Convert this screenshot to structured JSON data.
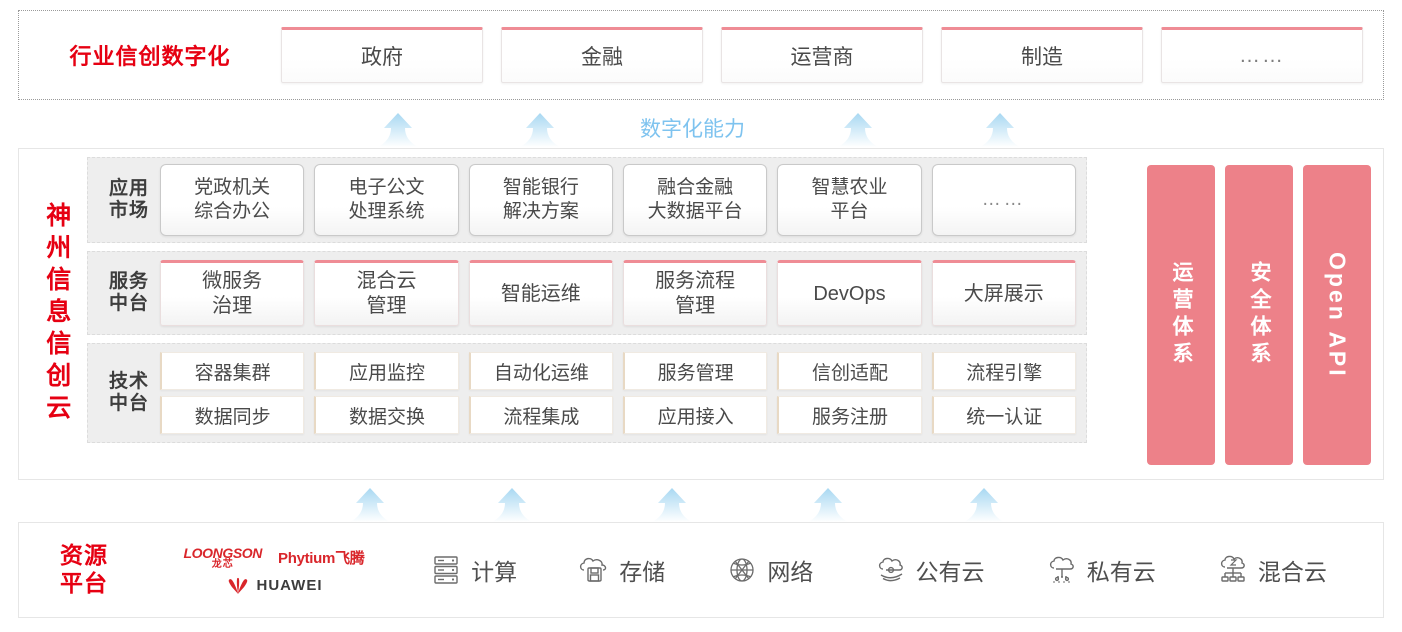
{
  "industry": {
    "title": "行业信创数字化",
    "cards": [
      "政府",
      "金融",
      "运营商",
      "制造",
      "……"
    ]
  },
  "capability": {
    "label": "数字化能力"
  },
  "cloud": {
    "title": "神州信息信创云",
    "layers": [
      {
        "label": "应用\n市场",
        "label_line1": "应用",
        "label_line2": "市场",
        "cards": [
          "党政机关\n综合办公",
          "电子公文\n处理系统",
          "智能银行\n解决方案",
          "融合金融\n大数据平台",
          "智慧农业\n平台",
          "……"
        ]
      },
      {
        "label_line1": "服务",
        "label_line2": "中台",
        "cards": [
          "微服务\n治理",
          "混合云\n管理",
          "智能运维",
          "服务流程\n管理",
          "DevOps",
          "大屏展示"
        ]
      },
      {
        "label_line1": "技术",
        "label_line2": "中台",
        "row1": [
          "容器集群",
          "应用监控",
          "自动化运维",
          "服务管理",
          "信创适配",
          "流程引擎"
        ],
        "row2": [
          "数据同步",
          "数据交换",
          "流程集成",
          "应用接入",
          "服务注册",
          "统一认证"
        ]
      }
    ],
    "pillars": [
      {
        "text": "运营体系",
        "latin": false
      },
      {
        "text": "安全体系",
        "latin": false
      },
      {
        "text": "Open API",
        "latin": true
      }
    ]
  },
  "resource": {
    "title_line1": "资源",
    "title_line2": "平台",
    "logos": {
      "loongson_en": "LOONGSON",
      "loongson_cn": "龙芯",
      "phytium": "Phytium飞腾",
      "huawei": "HUAWEI"
    },
    "items": [
      {
        "icon": "server-rack-icon",
        "label": "计算"
      },
      {
        "icon": "cloud-storage-icon",
        "label": "存储"
      },
      {
        "icon": "network-globe-icon",
        "label": "网络"
      },
      {
        "icon": "public-cloud-icon",
        "label": "公有云"
      },
      {
        "icon": "private-cloud-icon",
        "label": "私有云"
      },
      {
        "icon": "hybrid-cloud-icon",
        "label": "混合云"
      }
    ]
  },
  "colors": {
    "brand_red": "#E60012",
    "pink": "#ED8189",
    "card_accent": "#EF8C95",
    "arrow_blue": "#BFE2F7",
    "capability_text": "#7EC3EF"
  }
}
